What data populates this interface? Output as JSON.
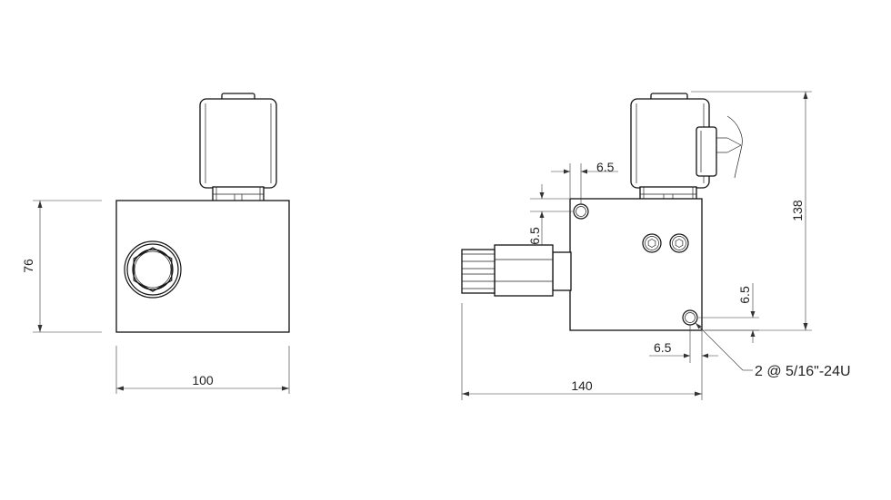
{
  "dimensions": {
    "front_height": "76",
    "front_width": "100",
    "side_height": "138",
    "side_width": "140",
    "top_offset_x": "6.5",
    "top_offset_y": "6.5",
    "bottom_offset_x": "6.5",
    "bottom_offset_y": "6.5"
  },
  "callout": {
    "mounting_holes": "2 @ 5/16\"-24U"
  }
}
